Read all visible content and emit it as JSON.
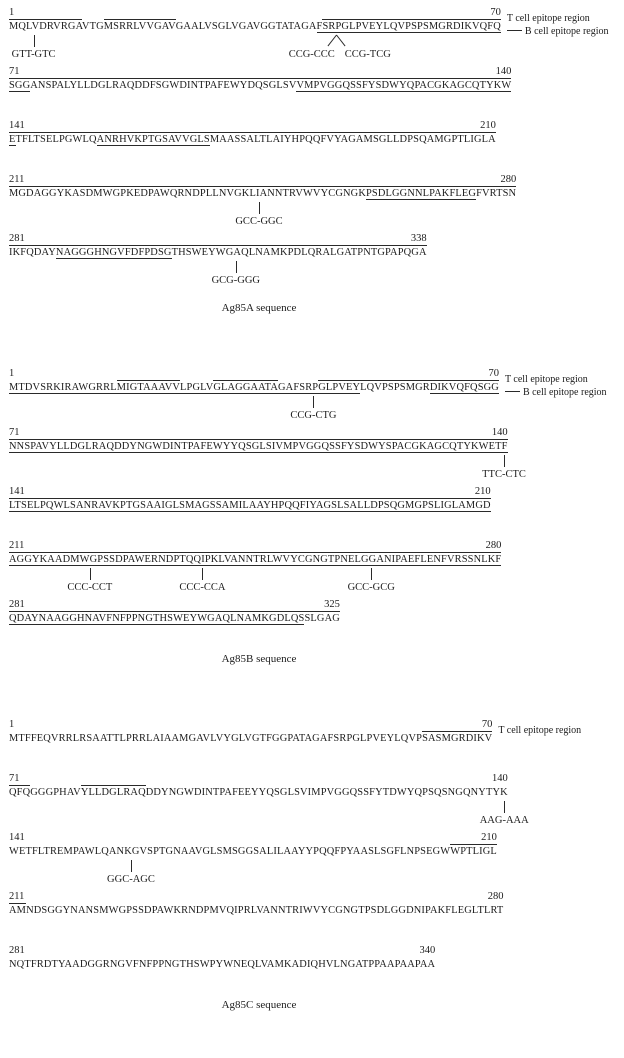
{
  "figure": {
    "legend": {
      "t_cell_label": "T cell epitope region",
      "b_cell_label": "B cell epitope region"
    },
    "line_color": "#2a2a2a",
    "sequences": [
      {
        "name": "Ag85A",
        "caption": "Ag85A sequence",
        "lines": [
          {
            "start": "1",
            "end": "70",
            "seq": "MQLVDRVRGAVTGMSRRLVVGAVGAALVSGLVGAVGGTATAGAFSRPGLPVEYLQVPSPSMGRDIKVQFQ",
            "overlines": [
              [
                1,
                10
              ],
              [
                14,
                23
              ],
              [
                45,
                70
              ]
            ],
            "underlines": [
              [
                44,
                70
              ]
            ],
            "side_labels": [
              "T cell epitope region",
              "B cell epitope region"
            ],
            "annotations": [
              {
                "char": 4,
                "label": "GTT-GTC",
                "kind": "tick"
              },
              {
                "char": 47,
                "label": "CCG-CCC",
                "kind": "diagL"
              },
              {
                "char": 47,
                "label": "CCG-TCG",
                "kind": "diagR"
              }
            ]
          },
          {
            "start": "71",
            "end": "140",
            "seq": "SGGANSPALYLLDGLRAQDDFSGWDINTPAFEWYDQSGLSVVMPVGGQSSFYSDWYQPACGKAGCQTYKW",
            "overlines": [
              [
                1,
                70
              ]
            ],
            "underlines": [
              [
                1,
                3
              ],
              [
                42,
                70
              ]
            ],
            "annotations": []
          },
          {
            "start": "141",
            "end": "210",
            "seq": "ETFLTSELPGWLQANRHVKPTGSAVVGLSMAASSALTLAIYHPQQFVYAGAMSGLLDPSQAMGPTLIGLA",
            "overlines": [
              [
                1,
                70
              ]
            ],
            "underlines": [
              [
                1,
                1
              ],
              [
                14,
                29
              ]
            ],
            "annotations": []
          },
          {
            "start": "211",
            "end": "280",
            "seq": "MGDAGGYKASDMWGPKEDPAWQRNDPLLNVGKLIANNTRVWVYCGNGKPSDLGGNNLPAKFLEGFVRTSN",
            "overlines": [
              [
                1,
                70
              ]
            ],
            "underlines": [
              [
                49,
                64
              ]
            ],
            "annotations": [
              {
                "char": 35,
                "label": "GCC-GGC",
                "kind": "tick"
              }
            ]
          },
          {
            "start": "281",
            "end": "338",
            "seq": "IKFQDAYNAGGGHNGVFDFPDSGTHSWEYWGAQLNAMKPDLQRALGATPNTGPAPQGA",
            "overlines": [
              [
                1,
                58
              ]
            ],
            "underlines": [
              [
                8,
                23
              ]
            ],
            "annotations": [
              {
                "char": 32,
                "label": "GCG-GGG",
                "kind": "tick"
              }
            ]
          }
        ]
      },
      {
        "name": "Ag85B",
        "caption": "Ag85B sequence",
        "lines": [
          {
            "start": "1",
            "end": "70",
            "seq": "MTDVSRKIRAWGRRLMIGTAAAVVLPGLVGLAGGAATAGAFSRPGLPVEYLQVPSPSMGRDIKVQFQSGG",
            "overlines": [
              [
                16,
                24
              ],
              [
                30,
                38
              ],
              [
                45,
                70
              ]
            ],
            "underlines": [
              [
                1,
                50
              ],
              [
                61,
                70
              ]
            ],
            "side_labels": [
              "T cell epitope region",
              "B cell epitope region"
            ],
            "annotations": [
              {
                "char": 44,
                "label": "CCG-CTG",
                "kind": "tick"
              }
            ]
          },
          {
            "start": "71",
            "end": "140",
            "seq": "NNSPAVYLLDGLRAQDDYNGWDINTPAFEWYYQSGLSIVMPVGGQSSFYSDWYSPACGKAGCQTYKWETF",
            "overlines": [
              [
                1,
                70
              ]
            ],
            "underlines": [
              [
                1,
                70
              ]
            ],
            "annotations": [
              {
                "char": 70,
                "label": "TTC-CTC",
                "kind": "tick"
              }
            ]
          },
          {
            "start": "141",
            "end": "210",
            "seq": "LTSELPQWLSANRAVKPTGSAAIGLSMAGSSAMILAAYHPQQFIYAGSLSALLDPSQGMGPSLIGLAMGD",
            "overlines": [
              [
                1,
                70
              ]
            ],
            "underlines": [
              [
                1,
                70
              ]
            ],
            "annotations": []
          },
          {
            "start": "211",
            "end": "280",
            "seq": "AGGYKAADMWGPSSDPAWERNDPTQQIPKLVANNTRLWVYCGNGTPNELGGANIPAEFLENFVRSSNLKF",
            "overlines": [
              [
                1,
                70
              ]
            ],
            "underlines": [
              [
                1,
                70
              ]
            ],
            "annotations": [
              {
                "char": 12,
                "label": "CCC-CCT",
                "kind": "tick"
              },
              {
                "char": 28,
                "label": "CCC-CCA",
                "kind": "tick"
              },
              {
                "char": 52,
                "label": "GCC-GCG",
                "kind": "tick"
              }
            ]
          },
          {
            "start": "281",
            "end": "325",
            "seq": "QDAYNAAGGHNAVFNFPPNGTHSWEYWGAQLNAMKGDLQSSLGAG",
            "overlines": [
              [
                1,
                45
              ]
            ],
            "underlines": [
              [
                1,
                40
              ]
            ],
            "annotations": []
          }
        ]
      },
      {
        "name": "Ag85C",
        "caption": "Ag85C sequence",
        "lines": [
          {
            "start": "1",
            "end": "70",
            "seq": "MTFFEQVRRLRSAATTLPRRLAIAAMGAVLVYGLVGTFGGPATAGAFSRPGLPVEYLQVPSASMGRDIKV",
            "overlines": [
              [
                61,
                70
              ]
            ],
            "underlines": [],
            "side_labels": [
              "T cell epitope region"
            ],
            "annotations": []
          },
          {
            "start": "71",
            "end": "140",
            "seq": "QFQGGGPHAVYLLDGLRAQDDYNGWDINTPAFEEYYQSGLSVIMPVGGQSSFYTDWYQPSQSNGQNYTYK",
            "overlines": [
              [
                1,
                3
              ],
              [
                11,
                19
              ]
            ],
            "underlines": [],
            "annotations": [
              {
                "char": 70,
                "label": "AAG-AAA",
                "kind": "tick"
              }
            ]
          },
          {
            "start": "141",
            "end": "210",
            "seq": "WETFLTREMPAWLQANKGVSPTGNAAVGLSMSGGSALILAAYYPQQFPYAASLSGFLNPSEGWWPTLIGL",
            "overlines": [
              [
                64,
                70
              ]
            ],
            "underlines": [],
            "annotations": [
              {
                "char": 18,
                "label": "GGC-AGC",
                "kind": "tick"
              }
            ]
          },
          {
            "start": "211",
            "end": "280",
            "seq": "AMNDSGGYNANSMWGPSSDPAWKRNDPMVQIPRLVANNTRIWVYCGNGTPSDLGGDNIPAKFLEGLTLRT",
            "overlines": [
              [
                1,
                2
              ]
            ],
            "underlines": [],
            "annotations": []
          },
          {
            "start": "281",
            "end": "340",
            "seq": "NQTFRDTYAADGGRNGVFNFPPNGTHSWPYWNEQLVAMKADIQHVLNGATPPAAPAAPAA",
            "overlines": [],
            "underlines": [],
            "annotations": []
          }
        ]
      }
    ]
  }
}
